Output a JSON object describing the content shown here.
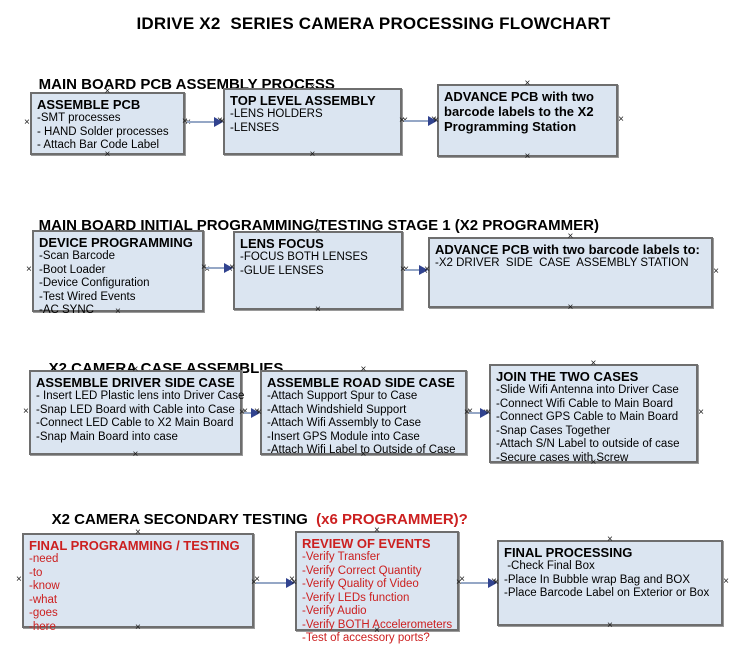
{
  "title": "IDRIVE X2  SERIES CAMERA PROCESSING FLOWCHART",
  "colors": {
    "box_fill": "#dbe5f1",
    "box_border": "#6e6e6e",
    "arrow_line": "#95a7c6",
    "arrow_head": "#31438f",
    "accent_red": "#cc2020",
    "text": "#000000"
  },
  "sections": [
    {
      "heading": "MAIN BOARD PCB ASSEMBLY PROCESS",
      "boxes": [
        {
          "title": "ASSEMBLE PCB",
          "items": [
            "-SMT processes",
            "- HAND Solder processes",
            "- Attach Bar Code Label"
          ]
        },
        {
          "title": "TOP LEVEL ASSEMBLY",
          "items": [
            "-LENS HOLDERS",
            "-LENSES"
          ]
        },
        {
          "title": "ADVANCE PCB with two barcode labels to the  X2 Programming Station",
          "items": []
        }
      ]
    },
    {
      "heading": "MAIN BOARD INITIAL PROGRAMMING/TESTING STAGE 1 (X2 PROGRAMMER)",
      "boxes": [
        {
          "title": "DEVICE PROGRAMMING",
          "items": [
            "-Scan Barcode",
            "-Boot Loader",
            "-Device Configuration",
            "-Test Wired Events",
            "-AC SYNC"
          ]
        },
        {
          "title": "LENS FOCUS",
          "items": [
            "-FOCUS BOTH LENSES",
            "-GLUE LENSES"
          ]
        },
        {
          "title": "ADVANCE PCB with two barcode labels to:",
          "items": [
            "-X2 DRIVER  SIDE  CASE  ASSEMBLY STATION"
          ]
        }
      ]
    },
    {
      "heading": "X2 CAMERA CASE ASSEMBLIES",
      "boxes": [
        {
          "title": "ASSEMBLE DRIVER SIDE CASE",
          "items": [
            "- Insert LED Plastic lens into Driver Case",
            "-Snap LED Board with Cable into Case",
            "-Connect LED Cable to X2 Main Board",
            "-Snap Main Board into case"
          ]
        },
        {
          "title": "ASSEMBLE ROAD SIDE CASE",
          "items": [
            "-Attach Support Spur to Case",
            "-Attach Windshield Support",
            "-Attach Wifi Assembly to Case",
            "-Insert GPS Module into Case",
            "-Attach Wifi Label to Outside of Case"
          ]
        },
        {
          "title": "JOIN THE TWO CASES",
          "items": [
            "-Slide Wifi Antenna into Driver Case",
            "-Connect Wifi Cable to Main Board",
            "-Connect GPS Cable to Main Board",
            "-Snap Cases Together",
            "-Attach S/N Label to outside of case",
            "-Secure cases with Screw"
          ]
        }
      ]
    },
    {
      "heading": "X2 CAMERA SECONDARY TESTING  ",
      "heading_accent": "(x6 PROGRAMMER)?",
      "boxes": [
        {
          "title": "FINAL PROGRAMMING / TESTING",
          "items": [
            "-need",
            "-to",
            "-know",
            "-what",
            "-goes",
            "-here"
          ]
        },
        {
          "title": "REVIEW OF EVENTS",
          "items": [
            "-Verify Transfer",
            "-Verify Correct Quantity",
            "-Verify Quality of Video",
            "-Verify LEDs function",
            "-Verify Audio",
            "-Verify BOTH Accelerometers",
            "-Test of accessory ports?"
          ]
        },
        {
          "title": "FINAL PROCESSING",
          "items": [
            " -Check Final Box",
            "-Place In Bubble wrap Bag and BOX",
            "-Place Barcode Label on Exterior or Box"
          ]
        }
      ]
    }
  ]
}
